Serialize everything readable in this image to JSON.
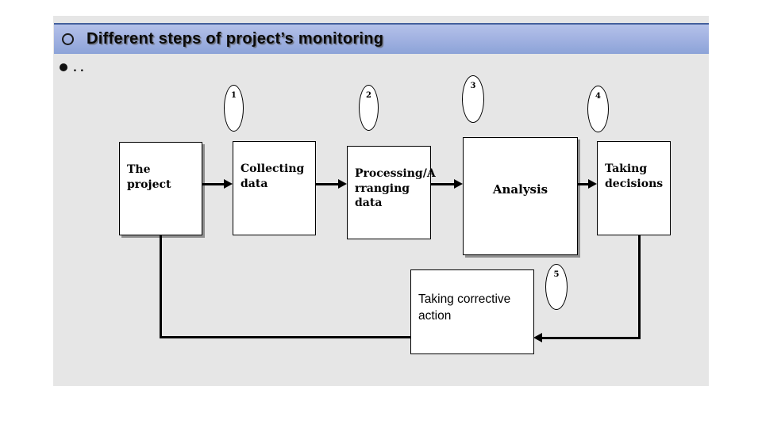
{
  "header": {
    "title": "Different steps of project’s monitoring",
    "bullet_glyph": "o"
  },
  "content": {
    "bullet_text": ".."
  },
  "colors": {
    "slide_background": "#e6e6e6",
    "bar_gradient_top": "#b4c1e9",
    "bar_gradient_bottom": "#8ca3d8",
    "bar_top_border": "#44609c",
    "box_fill": "#ffffff",
    "box_border": "#000000",
    "box_shadow": "#8f8f8f",
    "connector": "#000000",
    "title_color": "#0a0a0a"
  },
  "diagram": {
    "boxes": [
      {
        "id": "project",
        "label": "The project"
      },
      {
        "id": "collecting",
        "label": "Collecting\ndata"
      },
      {
        "id": "processing",
        "label": "Processing/A\nrranging\ndata"
      },
      {
        "id": "analysis",
        "label": "Analysis"
      },
      {
        "id": "decisions",
        "label": "Taking\ndecisions"
      },
      {
        "id": "corrective",
        "label": "Taking corrective\naction"
      }
    ],
    "step_markers": [
      {
        "label": "1"
      },
      {
        "label": "2"
      },
      {
        "label": "3"
      },
      {
        "label": "4"
      },
      {
        "label": "5"
      }
    ]
  }
}
